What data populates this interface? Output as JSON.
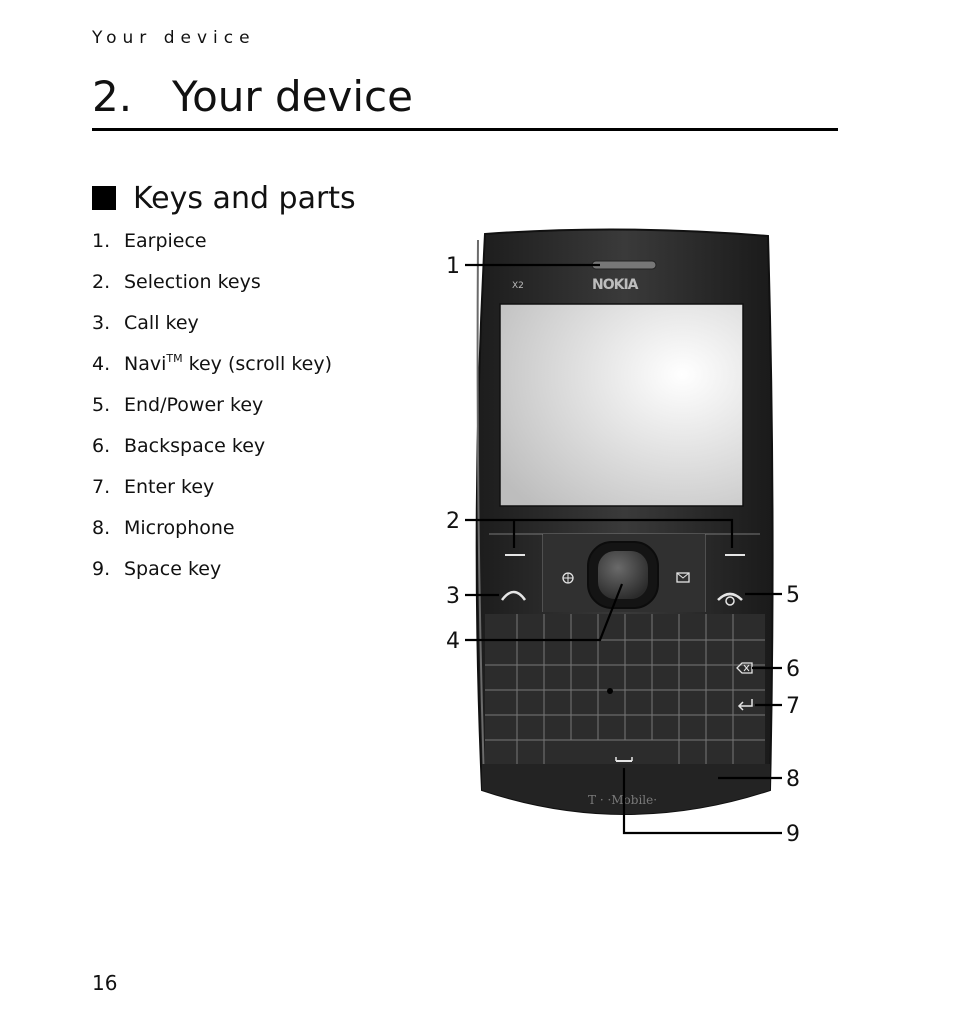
{
  "running_header": "Your device",
  "chapter": {
    "number": "2.",
    "title": "Your device"
  },
  "section": {
    "title": "Keys and parts"
  },
  "parts": [
    {
      "num": "1.",
      "label": "Earpiece"
    },
    {
      "num": "2.",
      "label": "Selection keys"
    },
    {
      "num": "3.",
      "label": "Call key"
    },
    {
      "num": "4.",
      "label_before": "Navi",
      "label_sup": "TM",
      "label_after": " key (scroll key)"
    },
    {
      "num": "5.",
      "label": "End/Power key"
    },
    {
      "num": "6.",
      "label": "Backspace key"
    },
    {
      "num": "7.",
      "label": "Enter key"
    },
    {
      "num": "8.",
      "label": "Microphone"
    },
    {
      "num": "9.",
      "label": "Space key"
    }
  ],
  "figure": {
    "callouts": [
      "1",
      "2",
      "3",
      "4",
      "5",
      "6",
      "7",
      "8",
      "9"
    ],
    "model_label": "X2",
    "brand_logo": "NOKIA",
    "carrier_logo": "T · ·Mobile·"
  },
  "page_number": "16"
}
